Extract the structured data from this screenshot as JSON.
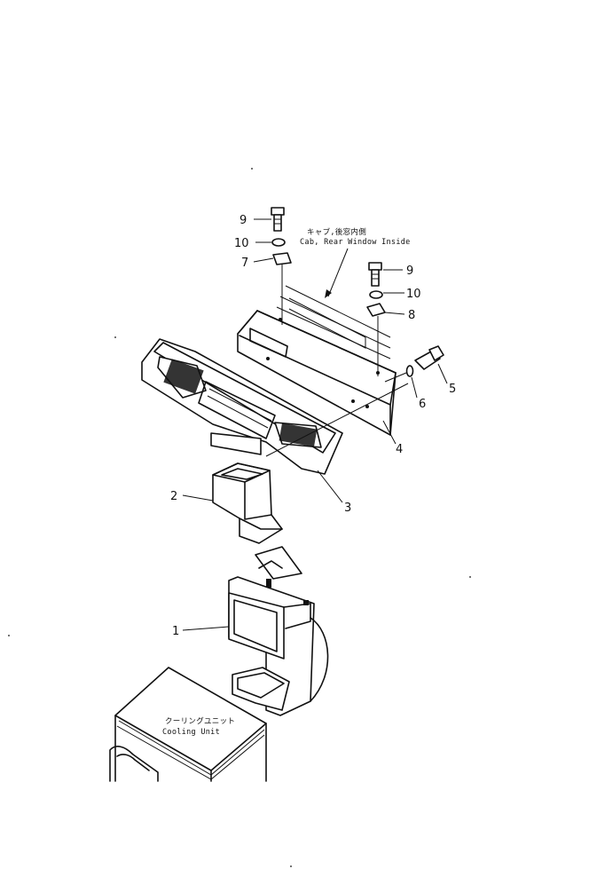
{
  "labels": {
    "rear_window_note_jp": "キャブ,後窓内側",
    "rear_window_note_en": "Cab, Rear Window Inside",
    "cooling_unit_jp": "クーリングユニット",
    "cooling_unit_en": "Cooling Unit"
  },
  "callouts": {
    "duct_lower": "1",
    "duct_connector": "2",
    "vent_panel": "3",
    "bracket": "4",
    "bolt_right": "5",
    "washer_right": "6",
    "plate_left": "7",
    "plate_right": "8",
    "bolt_top_left": "9",
    "bolt_top_right": "9",
    "washer_top_left": "10",
    "washer_top_right": "10"
  }
}
